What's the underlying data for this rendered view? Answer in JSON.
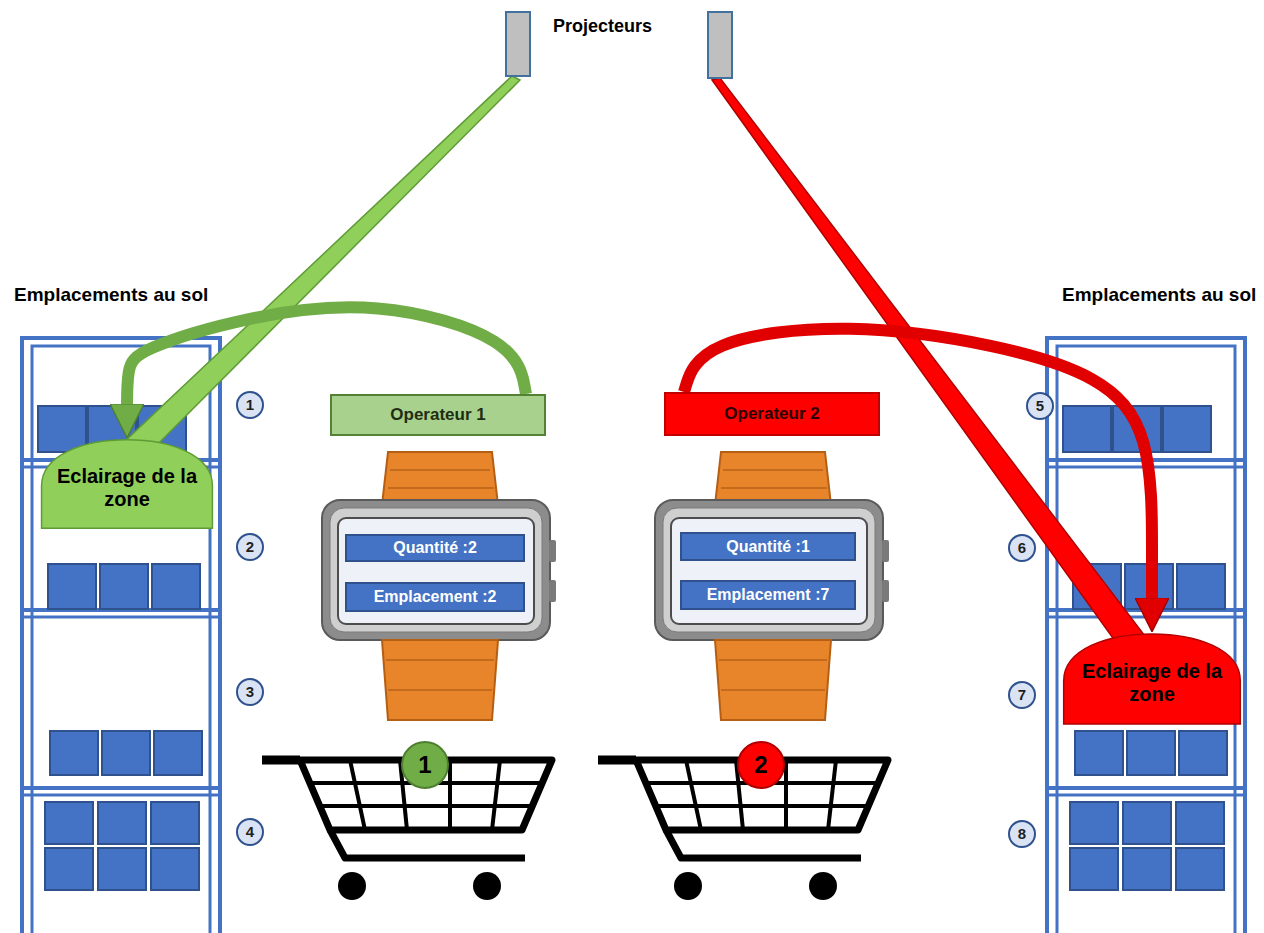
{
  "diagram": {
    "nodes": [
      {
        "text": [
          "1"
        ]
      },
      {
        "text": [
          "Operateur 1"
        ]
      },
      {
        "text": [
          "Operateur 2"
        ]
      },
      {
        "text": [
          "5"
        ]
      },
      {
        "text": [
          "Eclairage de la zone"
        ]
      },
      {
        "text": [
          "2"
        ]
      },
      {
        "text": [
          "Quantité :2"
        ]
      },
      {
        "text": [
          "Quantité :1"
        ]
      },
      {
        "text": [
          "6"
        ]
      },
      {
        "text": [
          "Emplacement :2"
        ]
      },
      {
        "text": [
          "Emplacement :7"
        ]
      },
      {
        "text": [
          "3"
        ]
      },
      {
        "text": [
          "7"
        ]
      },
      {
        "text": [
          "Eclairage de la zone"
        ]
      },
      {
        "text": [
          "1"
        ]
      },
      {
        "text": [
          "2"
        ]
      },
      {
        "text": [
          "4"
        ]
      },
      {
        "text": [
          "8"
        ]
      }
    ],
    "edges": [
      {
        "from": 1,
        "to": 4,
        "arrow": "to"
      },
      {
        "from": 2,
        "to": 13,
        "arrow": "to"
      }
    ],
    "labels": [
      "Projecteurs",
      "Emplacements au sol",
      "Emplacements au sol"
    ]
  }
}
